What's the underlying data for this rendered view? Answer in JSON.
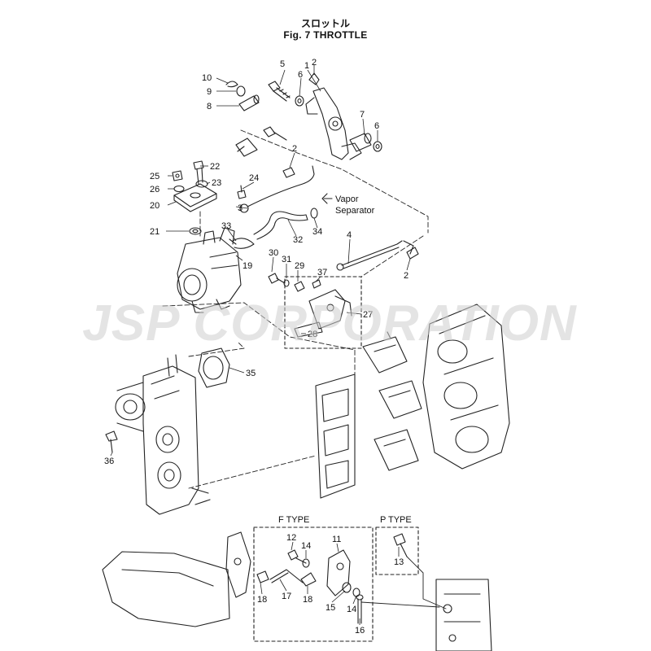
{
  "header": {
    "title_jp": "スロットル",
    "title_en": "Fig. 7   THROTTLE"
  },
  "watermark": "JSP CORPORATION",
  "callouts": [
    {
      "id": "c1",
      "text": "1"
    },
    {
      "id": "c2a",
      "text": "2"
    },
    {
      "id": "c5",
      "text": "5"
    },
    {
      "id": "c6a",
      "text": "6"
    },
    {
      "id": "c10",
      "text": "10"
    },
    {
      "id": "c9",
      "text": "9"
    },
    {
      "id": "c8",
      "text": "8"
    },
    {
      "id": "c7",
      "text": "7"
    },
    {
      "id": "c6b",
      "text": "6"
    },
    {
      "id": "c2b",
      "text": "2"
    },
    {
      "id": "c22",
      "text": "22"
    },
    {
      "id": "c25",
      "text": "25"
    },
    {
      "id": "c23",
      "text": "23"
    },
    {
      "id": "c26",
      "text": "26"
    },
    {
      "id": "c24",
      "text": "24"
    },
    {
      "id": "c20",
      "text": "20"
    },
    {
      "id": "c3",
      "text": "3"
    },
    {
      "id": "c21",
      "text": "21"
    },
    {
      "id": "c33",
      "text": "33"
    },
    {
      "id": "c32",
      "text": "32"
    },
    {
      "id": "c34",
      "text": "34"
    },
    {
      "id": "c4",
      "text": "4"
    },
    {
      "id": "c19",
      "text": "19"
    },
    {
      "id": "c30",
      "text": "30"
    },
    {
      "id": "c31",
      "text": "31"
    },
    {
      "id": "c29",
      "text": "29"
    },
    {
      "id": "c37",
      "text": "37"
    },
    {
      "id": "c2c",
      "text": "2"
    },
    {
      "id": "c27",
      "text": "27"
    },
    {
      "id": "c28",
      "text": "28"
    },
    {
      "id": "c35",
      "text": "35"
    },
    {
      "id": "c36",
      "text": "36"
    },
    {
      "id": "c12",
      "text": "12"
    },
    {
      "id": "c14a",
      "text": "14"
    },
    {
      "id": "c11",
      "text": "11"
    },
    {
      "id": "c13",
      "text": "13"
    },
    {
      "id": "c18a",
      "text": "18"
    },
    {
      "id": "c17",
      "text": "17"
    },
    {
      "id": "c18b",
      "text": "18"
    },
    {
      "id": "c15",
      "text": "15"
    },
    {
      "id": "c14b",
      "text": "14"
    },
    {
      "id": "c16",
      "text": "16"
    }
  ],
  "vapor_label": {
    "line1": "Vapor",
    "line2": "Separator"
  },
  "f_type_label": "F TYPE",
  "p_type_label": "P TYPE"
}
